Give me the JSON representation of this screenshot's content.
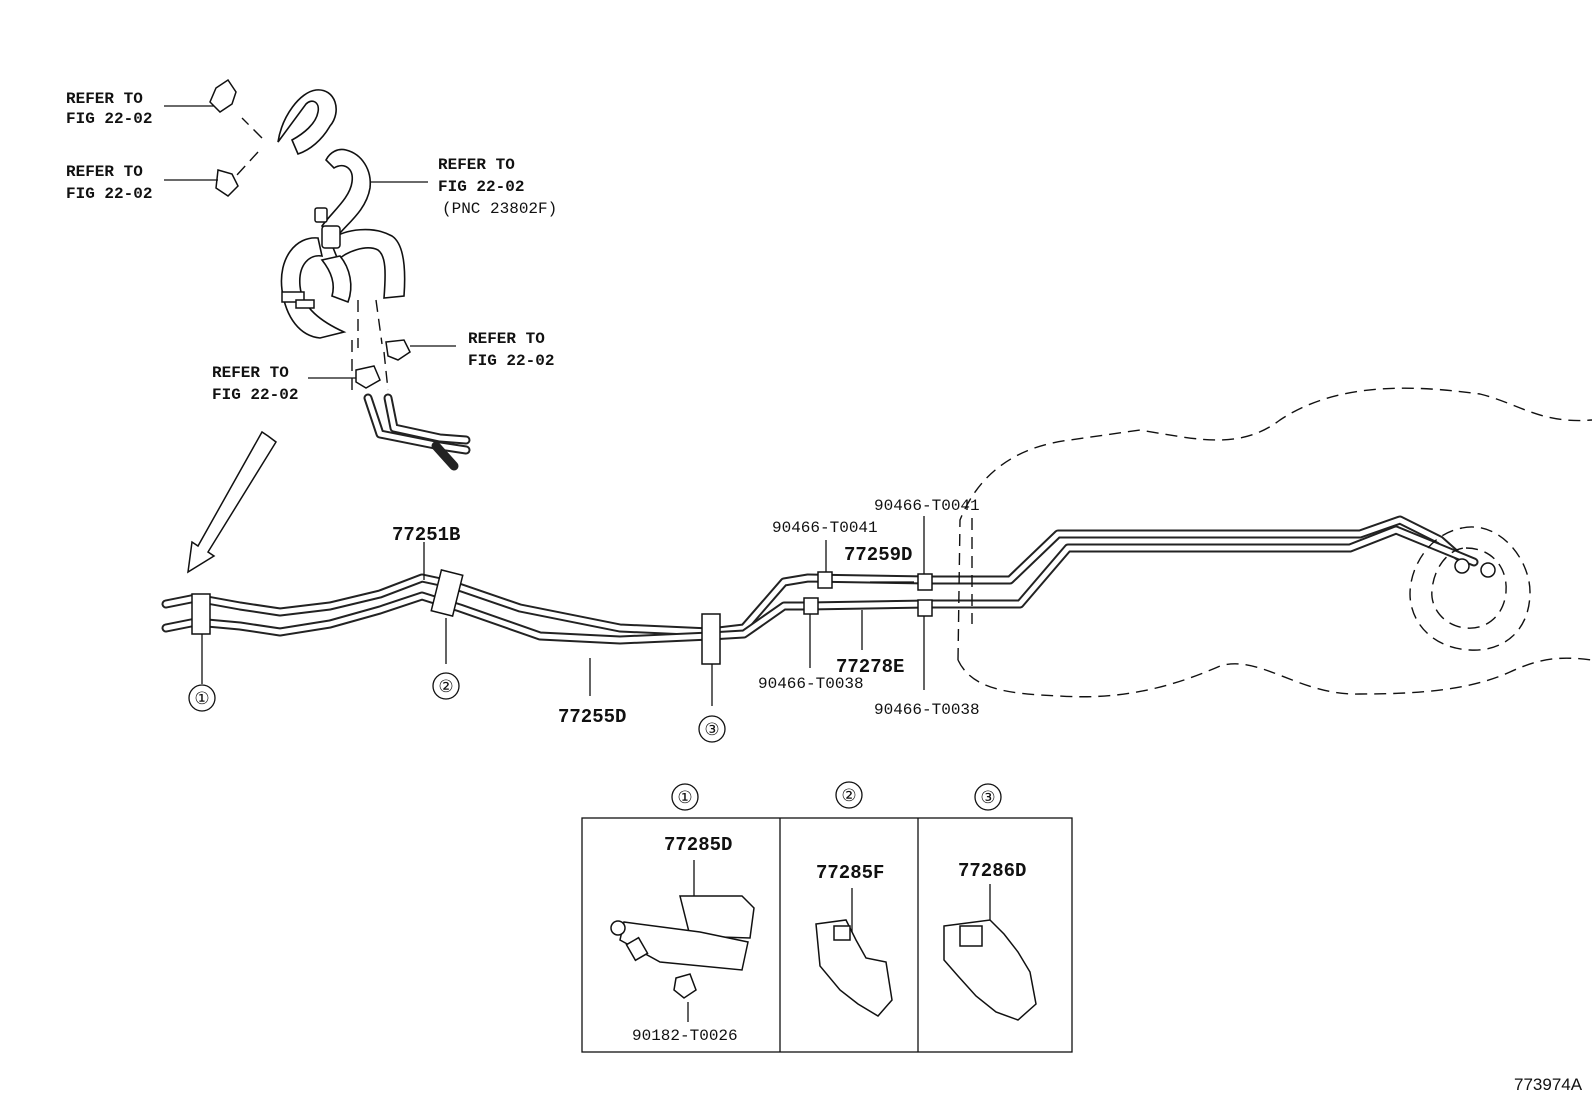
{
  "refer_labels": [
    {
      "line1": "REFER TO",
      "line2": "FIG 22-02",
      "line3": ""
    },
    {
      "line1": "REFER TO",
      "line2": "FIG 22-02",
      "line3": ""
    },
    {
      "line1": "REFER TO",
      "line2": "FIG 22-02",
      "line3": "(PNC 23802F)"
    },
    {
      "line1": "REFER TO",
      "line2": "FIG 22-02",
      "line3": ""
    },
    {
      "line1": "REFER TO",
      "line2": "FIG 22-02",
      "line3": ""
    }
  ],
  "part_numbers": {
    "p77251B": "77251B",
    "p77255D": "77255D",
    "p77259D": "77259D",
    "p77278E": "77278E",
    "p90466_T0041_a": "90466-T0041",
    "p90466_T0041_b": "90466-T0041",
    "p90466_T0038_a": "90466-T0038",
    "p90466_T0038_b": "90466-T0038",
    "p77285D": "77285D",
    "p77285F": "77285F",
    "p77286D": "77286D",
    "p90182_T0026": "90182-T0026"
  },
  "clamp_markers": [
    "①",
    "②",
    "③"
  ],
  "detail_headers": [
    "①",
    "②",
    "③"
  ],
  "figure_id": "773974A"
}
